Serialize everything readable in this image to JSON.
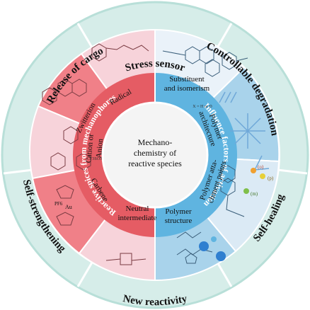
{
  "outer_ring": {
    "top": "Stress sensor",
    "top_left": "Release of cargo",
    "top_right": "Controllable degradation",
    "bottom_left": "Self-strengthening",
    "bottom_right": "Self-healing",
    "bottom": "New reactivity"
  },
  "center": {
    "line1": "Mechano-",
    "line2": "chemistry of",
    "line3": "reactive species"
  },
  "inner_ring": {
    "left_label": "Reactive spices from mechanophores",
    "right_label": "Influence factors of activation"
  },
  "left_segments": [
    {
      "label": "Radical"
    },
    {
      "label": "Zwitterion"
    },
    {
      "label": "Cation or Anion"
    },
    {
      "label": "Carbene"
    },
    {
      "label": "Neutral intermediate"
    }
  ],
  "right_segments": [
    {
      "label": "Substituent and isomerism"
    },
    {
      "label": "Polymer architecture"
    },
    {
      "label": "Polymer attachment points"
    },
    {
      "label": "Polymer structure"
    }
  ],
  "molecule_labels": {
    "x_label": "X = H or D",
    "counterion": "CF3SO3",
    "pf6": "PF6",
    "au": "Au",
    "o_label": "(o)",
    "p_label": "(p)",
    "m_label": "(m)"
  },
  "colors": {
    "outer_bg": "#d6ede9",
    "outer_border": "#b8dfd8",
    "pink_light": "#f7d3da",
    "red_mid": "#f08088",
    "red_dark": "#e55c64",
    "blue_light": "#dbeaf5",
    "blue_mid": "#a9d3eb",
    "blue_dark": "#5fb4e0",
    "center_bg": "#f4f4f4"
  }
}
